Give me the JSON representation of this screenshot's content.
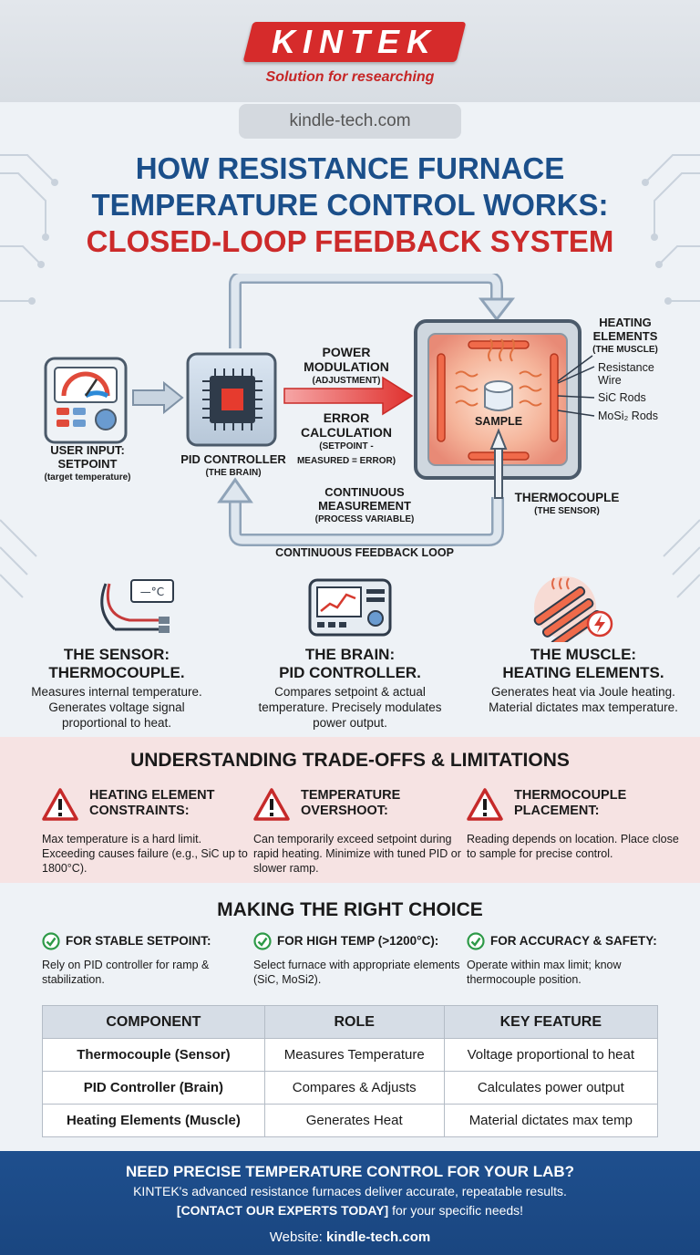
{
  "brand": {
    "logo_text": "KINTEK",
    "tagline": "Solution for researching",
    "website": "kindle-tech.com",
    "colors": {
      "red": "#d62b2b",
      "blue": "#1b4f8a"
    }
  },
  "title": {
    "line1": "HOW RESISTANCE FURNACE",
    "line2": "TEMPERATURE CONTROL WORKS:",
    "line3": "CLOSED-LOOP FEEDBACK SYSTEM"
  },
  "diagram": {
    "user_input": {
      "title_l1": "USER INPUT:",
      "title_l2": "SETPOINT",
      "sub": "(target temperature)"
    },
    "pid": {
      "title": "PID CONTROLLER",
      "sub": "(THE BRAIN)"
    },
    "power": {
      "l1": "POWER",
      "l2": "MODULATION",
      "sub": "(ADJUSTMENT)"
    },
    "error": {
      "l1": "ERROR",
      "l2": "CALCULATION",
      "sub1": "(SETPOINT -",
      "sub2": "MEASURED = ERROR)"
    },
    "heating": {
      "l1": "HEATING",
      "l2": "ELEMENTS",
      "sub": "(THE MUSCLE)",
      "items": [
        "Resistance Wire",
        "SiC Rods",
        "MoSi₂ Rods"
      ],
      "item1_l1": "Resistance",
      "item1_l2": "Wire"
    },
    "sample": "SAMPLE",
    "thermocouple": {
      "title": "THERMOCOUPLE",
      "sub": "(THE SENSOR)"
    },
    "measurement": {
      "l1": "CONTINUOUS",
      "l2": "MEASUREMENT",
      "sub": "(PROCESS VARIABLE)"
    },
    "loop": "CONTINUOUS FEEDBACK LOOP"
  },
  "components": [
    {
      "h1": "THE SENSOR:",
      "h2": "THERMOCOUPLE.",
      "p": "Measures internal temperature. Generates voltage signal proportional to heat.",
      "icon": "thermocouple-icon"
    },
    {
      "h1": "THE BRAIN:",
      "h2": "PID CONTROLLER.",
      "p": "Compares setpoint & actual temperature. Precisely modulates power output.",
      "icon": "controller-icon"
    },
    {
      "h1": "THE MUSCLE:",
      "h2": "HEATING ELEMENTS.",
      "p": "Generates heat via Joule heating. Material dictates max temperature.",
      "icon": "heating-rods-icon"
    }
  ],
  "thermo_display": "—°C",
  "tradeoffs": {
    "title": "UNDERSTANDING TRADE-OFFS & LIMITATIONS",
    "items": [
      {
        "h1": "HEATING ELEMENT",
        "h2": "CONSTRAINTS:",
        "body": "Max temperature is a hard limit. Exceeding causes failure (e.g., SiC up to 1800°C)."
      },
      {
        "h1": "TEMPERATURE",
        "h2": "OVERSHOOT:",
        "body": "Can temporarily exceed setpoint during rapid heating. Minimize with tuned PID or slower ramp."
      },
      {
        "h1": "THERMOCOUPLE",
        "h2": "PLACEMENT:",
        "body": "Reading depends on location. Place close to sample for precise control."
      }
    ]
  },
  "choice": {
    "title": "MAKING THE RIGHT CHOICE",
    "items": [
      {
        "head": "FOR STABLE SETPOINT:",
        "body": "Rely on PID controller for ramp & stabilization."
      },
      {
        "head": "FOR HIGH TEMP (>1200°C):",
        "body": "Select furnace with appropriate elements (SiC, MoSi2)."
      },
      {
        "head": "FOR ACCURACY & SAFETY:",
        "body": "Operate within max limit; know thermocouple position."
      }
    ]
  },
  "table": {
    "headers": [
      "COMPONENT",
      "ROLE",
      "KEY FEATURE"
    ],
    "rows": [
      [
        "Thermocouple (Sensor)",
        "Measures Temperature",
        "Voltage proportional to heat"
      ],
      [
        "PID Controller (Brain)",
        "Compares & Adjusts",
        "Calculates power output"
      ],
      [
        "Heating Elements (Muscle)",
        "Generates Heat",
        "Material dictates max temp"
      ]
    ]
  },
  "footer": {
    "headline": "NEED PRECISE TEMPERATURE CONTROL FOR YOUR LAB?",
    "line2": "KINTEK's advanced resistance furnaces deliver accurate, repeatable results.",
    "cta": "[CONTACT OUR EXPERTS TODAY]",
    "line3_rest": " for your specific needs!",
    "website_label": "Website: ",
    "website": "kindle-tech.com"
  }
}
